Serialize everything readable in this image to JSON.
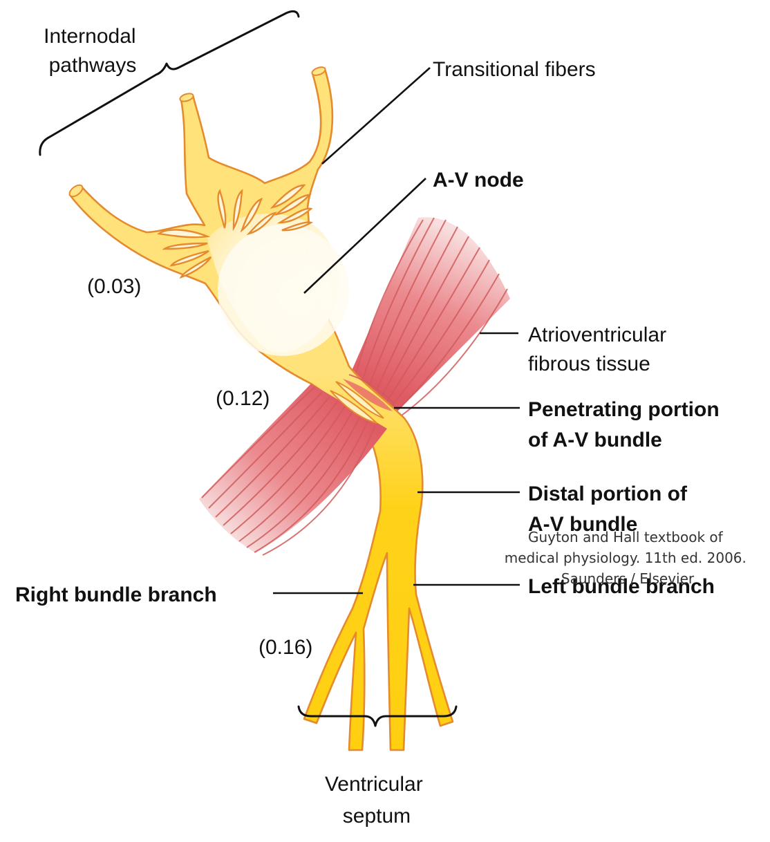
{
  "labels": {
    "internodal_line1": "Internodal",
    "internodal_line2": "pathways",
    "transitional": "Transitional fibers",
    "av_node": "A-V node",
    "atrioventricular_line1": "Atrioventricular",
    "atrioventricular_line2": "fibrous tissue",
    "penetrating_line1": "Penetrating portion",
    "penetrating_line2": "of A-V bundle",
    "distal_line1": "Distal portion of",
    "distal_line2": "A-V bundle",
    "left_branch": "Left bundle branch",
    "right_branch": "Right bundle branch",
    "ventricular_line1": "Ventricular",
    "ventricular_line2": "septum"
  },
  "timings": {
    "t1": "(0.03)",
    "t2": "(0.12)",
    "t3": "(0.16)"
  },
  "credit": {
    "line1": "Guyton and Hall textbook of",
    "line2": "medical physiology. 11th ed. 2006.",
    "line3": "Saunders / Elsevier"
  },
  "colors": {
    "conduction_fill": "#ffd21a",
    "conduction_outline": "#e58a2d",
    "node_center": "#fffbee",
    "fibrous_tissue": "#e0626a"
  }
}
